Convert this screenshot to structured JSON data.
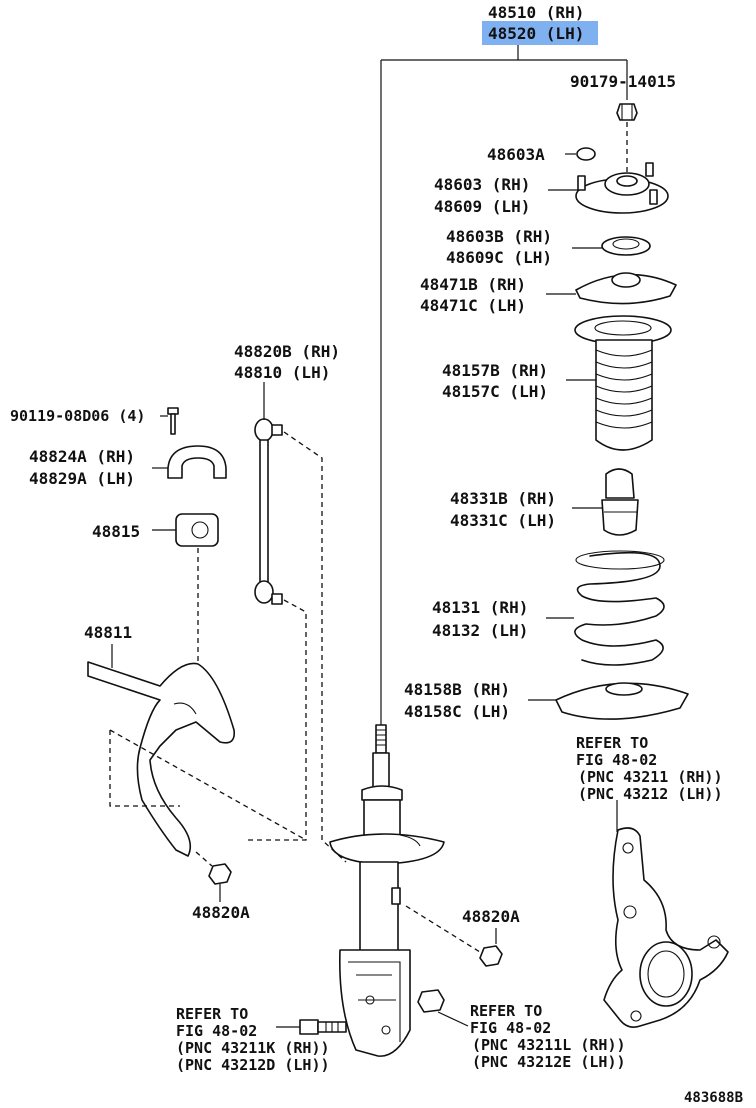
{
  "diagram": {
    "highlight_color": "#7fb0f0",
    "labels": {
      "strut_assy_rh": "48510 (RH)",
      "strut_assy_lh": "48520 (LH)",
      "nut_top": "90179-14015",
      "cap": "48603A",
      "support_rh": "48603 (RH)",
      "support_lh": "48609 (LH)",
      "bearing_rh": "48603B (RH)",
      "bearing_lh": "48609C (LH)",
      "upper_seat_rh": "48471B (RH)",
      "upper_seat_lh": "48471C (LH)",
      "boot_rh": "48157B (RH)",
      "boot_lh": "48157C (LH)",
      "bumper_rh": "48331B (RH)",
      "bumper_lh": "48331C (LH)",
      "spring_rh": "48131 (RH)",
      "spring_lh": "48132 (LH)",
      "lower_insulator_rh": "48158B (RH)",
      "lower_insulator_lh": "48158C (LH)",
      "link_rh": "48820B (RH)",
      "link_lh": "48810 (LH)",
      "bracket_bolt": "90119-08D06 (4)",
      "bracket_rh": "48824A (RH)",
      "bracket_lh": "48829A (LH)",
      "bushing": "48815",
      "stabilizer_bar": "48811",
      "nut_left": "48820A",
      "nut_right": "48820A",
      "ref_knuckle_1": "REFER TO",
      "ref_knuckle_2": "FIG 48-02",
      "ref_knuckle_3": "(PNC 43211 (RH))",
      "ref_knuckle_4": "(PNC 43212 (LH))",
      "ref_bolt_1": "REFER TO",
      "ref_bolt_2": "FIG 48-02",
      "ref_bolt_3": "(PNC 43211K (RH))",
      "ref_bolt_4": "(PNC 43212D (LH))",
      "ref_nut_1": "REFER TO",
      "ref_nut_2": "FIG 48-02",
      "ref_nut_3": "(PNC 43211L (RH))",
      "ref_nut_4": "(PNC 43212E (LH))",
      "figure_id": "483688B"
    }
  }
}
